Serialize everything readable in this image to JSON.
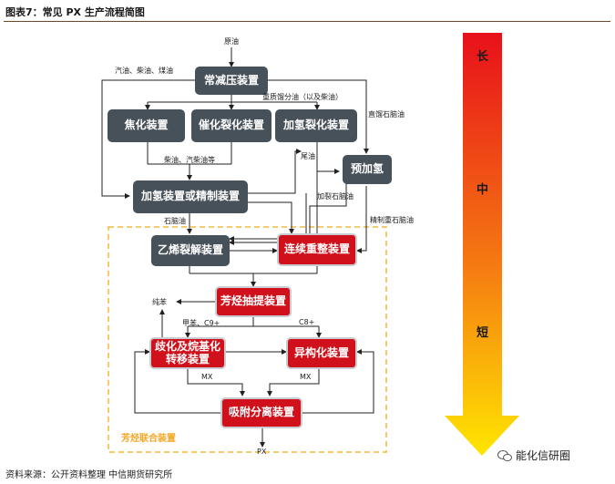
{
  "header": {
    "title": "图表7：常见 PX 生产流程简图"
  },
  "footer": {
    "source": "资料来源：公开资料整理  中信期货研究所"
  },
  "watermark": {
    "text": "能化信研圈"
  },
  "timescale": {
    "long": "长",
    "mid": "中",
    "short": "短"
  },
  "boxes": {
    "cdu": "常减压装置",
    "coking": "焦化装置",
    "fcc": "催化裂化装置",
    "hydrocracking": "加氢裂化装置",
    "prehydro": "预加氢",
    "hydrotreat": "加氢装置或精制装置",
    "ethylene": "乙烯裂解装置",
    "reforming": "连续重整装置",
    "aromatics_extraction": "芳烃抽提装置",
    "transalkylation_line1": "歧化及烷基化",
    "transalkylation_line2": "转移装置",
    "isomerization": "异构化装置",
    "adsorption": "吸附分离装置"
  },
  "labels": {
    "crude": "原油",
    "naphtha_family": "汽油、柴油、煤油",
    "heavy_oil": "重质馏分油（以及柴油）",
    "straight_naphtha": "直馏石脑油",
    "diesel_gasoline": "柴油、汽柴油等",
    "tail_oil": "尾油",
    "hydrocracked_naphtha": "加裂石脑油",
    "naphtha": "石脑油",
    "refined_heavy_naphtha": "精制重石脑油",
    "benzene": "纯苯",
    "toluene_c9": "甲苯、C9+",
    "c8": "C8+",
    "mx_left": "MX",
    "mx_right": "MX",
    "aromatics_complex": "芳烃联合装置",
    "px": "PX"
  },
  "colors": {
    "gray_box": "#475159",
    "red_box": "#d0101a",
    "dashed_frame": "#f5b83a",
    "arrow_top": "#e8101a",
    "arrow_bottom": "#ffe600"
  }
}
